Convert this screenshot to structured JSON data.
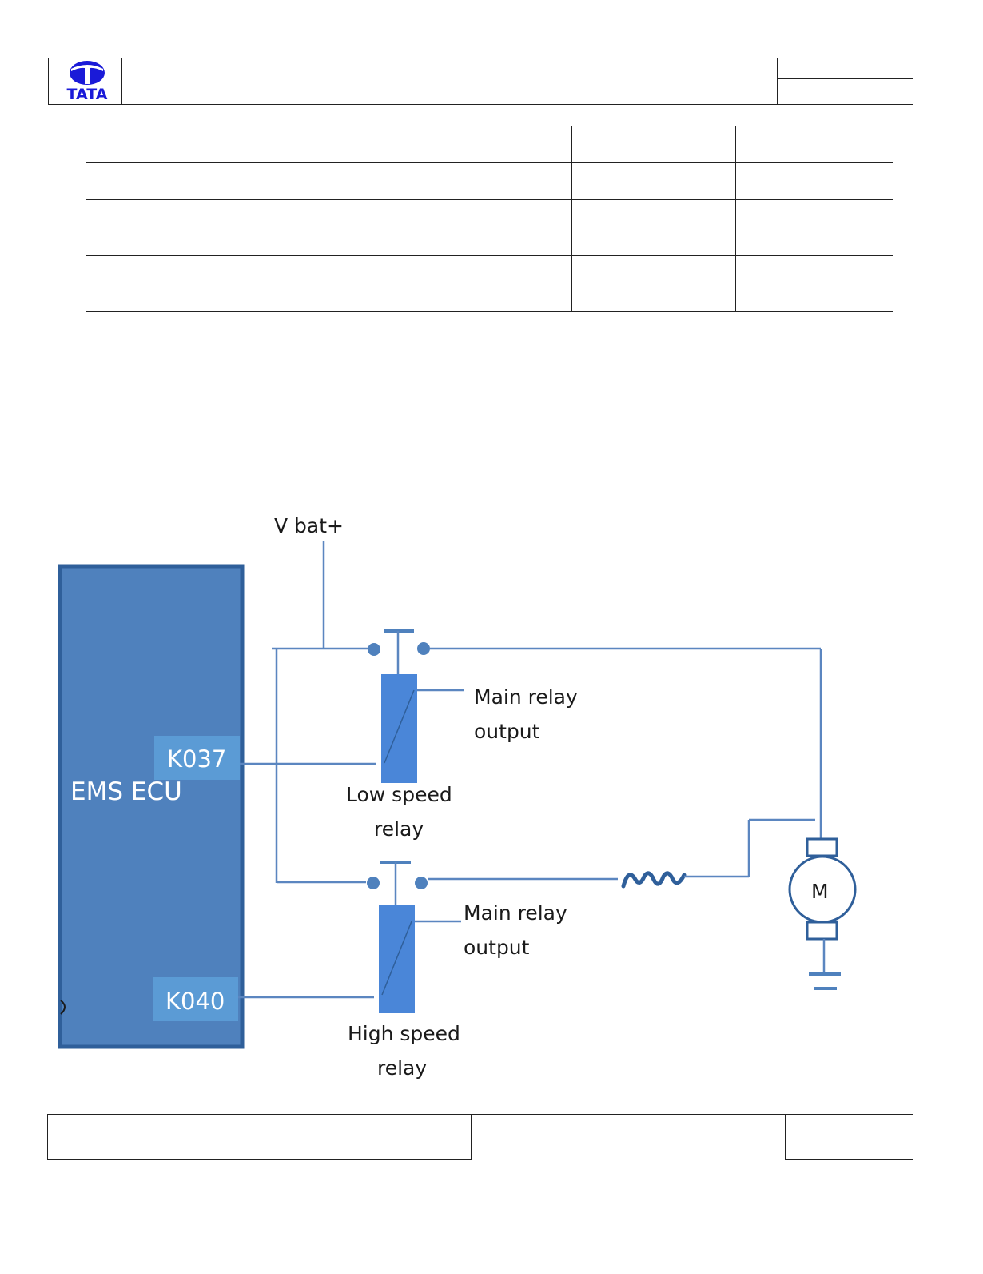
{
  "header": {
    "logo_text": "TATA",
    "brand_color": "#1a1ad8"
  },
  "diagram": {
    "supply_label": "V bat+",
    "ecu_label": "EMS ECU",
    "pin_low": "K037",
    "pin_high": "K040",
    "low_relay_supply_label_line1": "Main relay",
    "low_relay_supply_label_line2": "output",
    "low_relay_name_line1": "Low speed",
    "low_relay_name_line2": "relay",
    "high_relay_supply_label_line1": "Main relay",
    "high_relay_supply_label_line2": "output",
    "high_relay_name_line1": "High speed",
    "high_relay_name_line2": "relay",
    "motor_label": "M",
    "colors": {
      "ecu_fill": "#4f81bd",
      "ecu_border": "#2f5f9a",
      "pin_fill": "#5b9bd5",
      "relay_coil": "#4a86d8",
      "wire": "#5b86c0"
    }
  }
}
